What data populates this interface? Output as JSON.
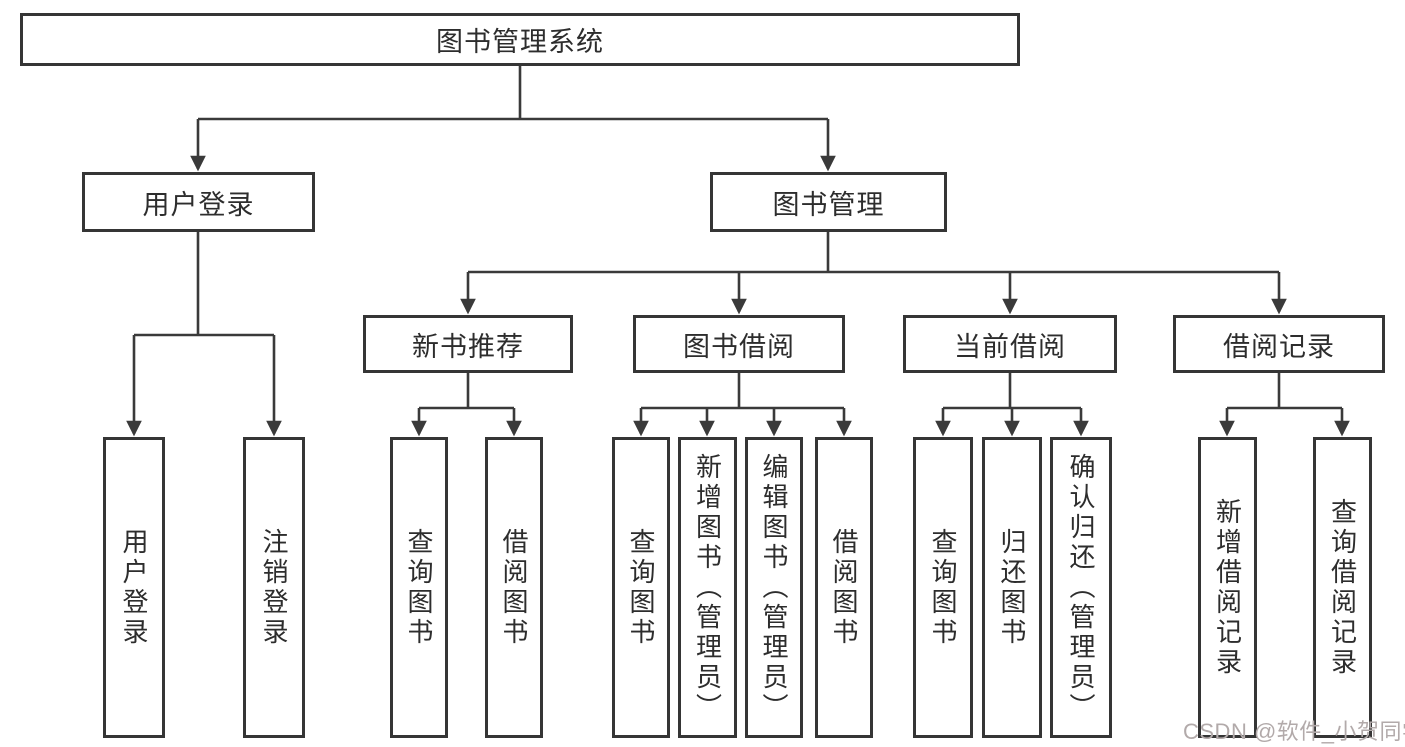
{
  "diagram_title": "图书管理系统",
  "tree": {
    "label": "图书管理系统",
    "children": [
      {
        "label": "用户登录",
        "children": [
          {
            "label": "用户登录"
          },
          {
            "label": "注销登录"
          }
        ]
      },
      {
        "label": "图书管理",
        "children": [
          {
            "label": "新书推荐",
            "children": [
              {
                "label": "查询图书"
              },
              {
                "label": "借阅图书"
              }
            ]
          },
          {
            "label": "图书借阅",
            "children": [
              {
                "label": "查询图书"
              },
              {
                "label": "新增图书（管理员）"
              },
              {
                "label": "编辑图书（管理员）"
              },
              {
                "label": "借阅图书"
              }
            ]
          },
          {
            "label": "当前借阅",
            "children": [
              {
                "label": "查询图书"
              },
              {
                "label": "归还图书"
              },
              {
                "label": "确认归还（管理员）"
              }
            ]
          },
          {
            "label": "借阅记录",
            "children": [
              {
                "label": "新增借阅记录"
              },
              {
                "label": "查询借阅记录"
              }
            ]
          }
        ]
      }
    ]
  },
  "colors": {
    "line": "#3a3a3a",
    "border": "#353535",
    "text": "#2d2d2d",
    "watermark": "#b2aaaa"
  },
  "watermark": "CSDN @软件_小贺同学"
}
